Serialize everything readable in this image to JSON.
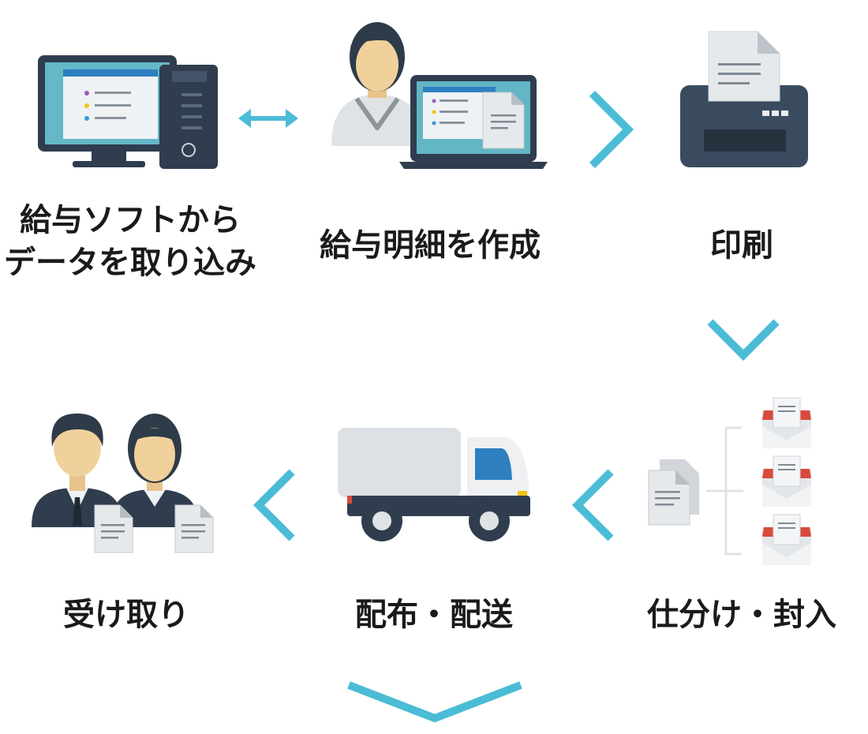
{
  "steps": [
    {
      "id": "import",
      "line1": "給与ソフトから",
      "line2": "データを取り込み",
      "icon": "desktop-computer-icon"
    },
    {
      "id": "create",
      "label": "給与明細を作成",
      "icon": "person-with-laptop-icon"
    },
    {
      "id": "print",
      "label": "印刷",
      "icon": "printer-icon"
    },
    {
      "id": "sort",
      "label": "仕分け・封入",
      "icon": "envelopes-icon"
    },
    {
      "id": "deliver",
      "label": "配布・配送",
      "icon": "delivery-truck-icon"
    },
    {
      "id": "receive",
      "label": "受け取り",
      "icon": "two-people-icon"
    }
  ],
  "colors": {
    "accent": "#4bbcd6",
    "dark": "#2f3d4e",
    "paper": "#e9ebee",
    "screen": "#62b6c6",
    "skin": "#f0d19c"
  }
}
